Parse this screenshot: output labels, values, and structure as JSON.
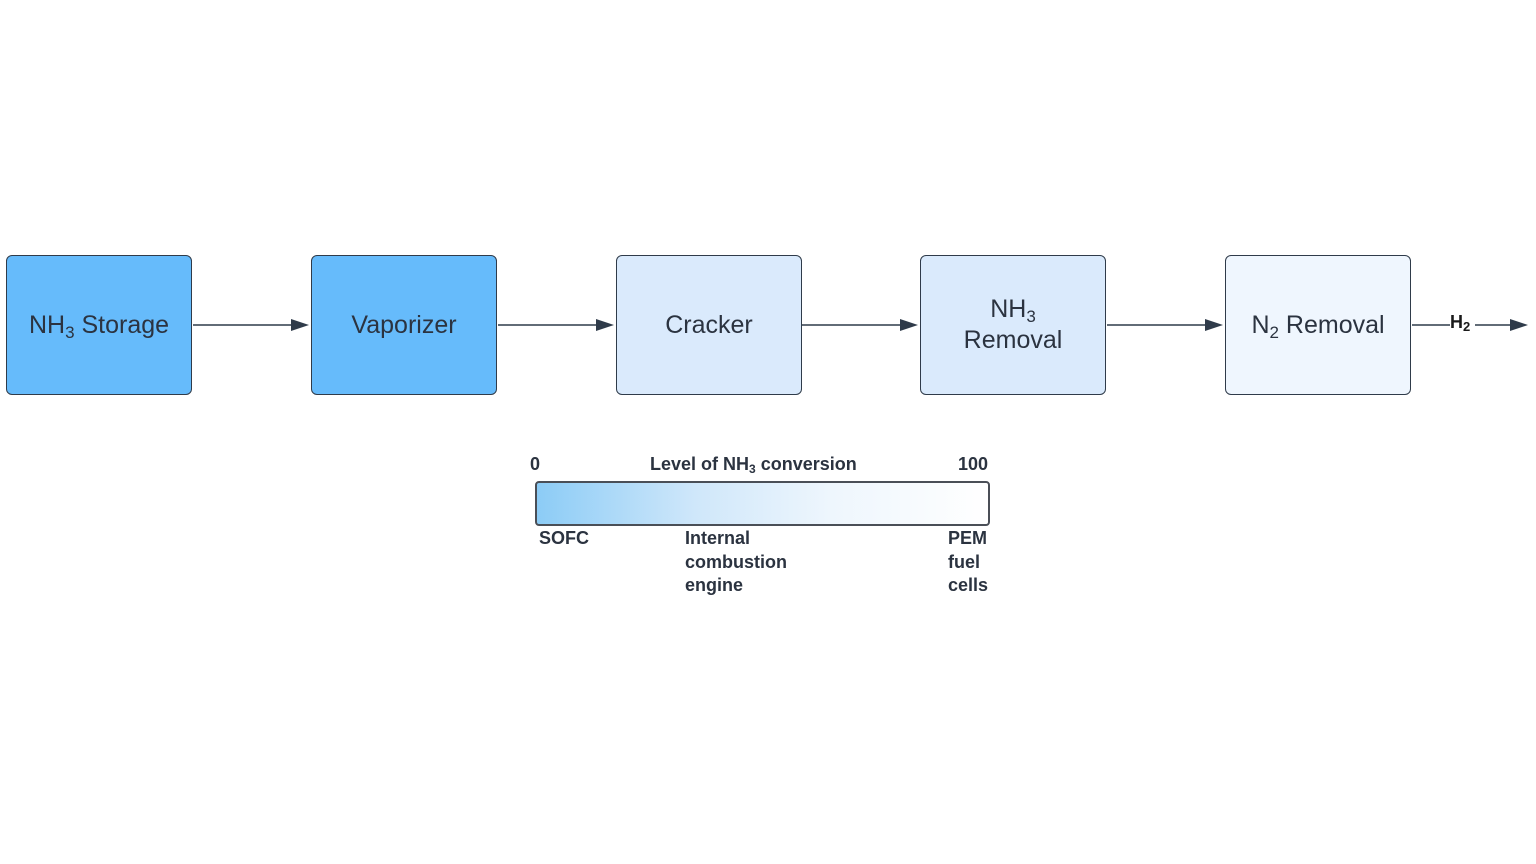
{
  "stages": [
    {
      "name_main": "NH",
      "name_sub": "3",
      "name_rest": " Storage",
      "fill": "#66bbfb"
    },
    {
      "name_main": "Vaporizer",
      "name_sub": "",
      "name_rest": "",
      "fill": "#66bbfb"
    },
    {
      "name_main": "Cracker",
      "name_sub": "",
      "name_rest": "",
      "fill": "#daeafc"
    },
    {
      "line1_main": "NH",
      "line1_sub": "3",
      "line2": "Removal",
      "fill": "#daeafc"
    },
    {
      "name_main": "N",
      "name_sub": "2",
      "name_rest": " Removal",
      "fill": "#eff6fe"
    }
  ],
  "output": {
    "main": "H",
    "sub": "2"
  },
  "conversion_scale": {
    "min_label": "0",
    "max_label": "100",
    "title_pre": "Level of NH",
    "title_sub": "3",
    "title_post": " conversion",
    "gradient_start": "#8cccf6",
    "gradient_end": "#ffffff",
    "applications": [
      {
        "text": "SOFC"
      },
      {
        "text": "Internal\ncombustion\nengine"
      },
      {
        "text": "PEM\nfuel\ncells"
      }
    ]
  },
  "colors": {
    "arrow": "#2f3b4a",
    "border": "#2f3b4a"
  }
}
